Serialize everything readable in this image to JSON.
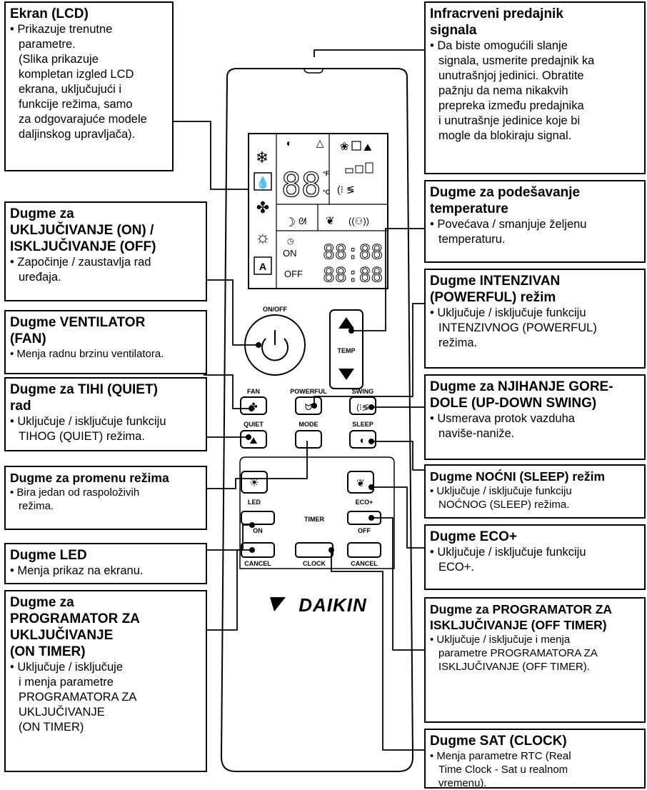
{
  "callouts": {
    "lcd": {
      "title": "Ekran (LCD)",
      "desc": "• Prikazuje trenutne\nparametre.\n(Slika prikazuje\nkompletan izgled LCD\nekrana, uključujući i\nfunkcije režima, samo\nza odgovarajuće modele\ndaljinskog upravljača)."
    },
    "onoff": {
      "title": "Dugme za\nUKLJUČIVANJE (ON) /\nISKLJUČIVANJE (OFF)",
      "desc": "• Započinje / zaustavlja rad\nuređaja."
    },
    "fan": {
      "title": "Dugme VENTILATOR\n(FAN)",
      "desc": "• Menja radnu brzinu ventilatora."
    },
    "quiet": {
      "title": "Dugme za TIHI (QUIET)\nrad",
      "desc": "• Uključuje / isključuje funkciju\nTIHOG (QUIET) režima."
    },
    "mode": {
      "title": "Dugme za promenu režima",
      "desc": "• Bira jedan od raspoloživih\nrežima."
    },
    "led": {
      "title": "Dugme LED",
      "desc": "• Menja prikaz na ekranu."
    },
    "ontimer": {
      "title": "Dugme za\nPROGRAMATOR ZA\nUKLJUČIVANJE\n(ON TIMER)",
      "desc": "• Uključuje / isključuje\ni menja parametre\nPROGRAMATORA ZA\nUKLJUČIVANJE\n(ON TIMER)"
    },
    "ir": {
      "title": "Infracrveni predajnik\nsignala",
      "desc": "• Da biste omogućili slanje\nsignala, usmerite predajnik ka\nunutrašnjoj jedinici. Obratite\npažnju da nema nikakvih\nprepreka između predajnika\ni unutrašnje jedinice koje bi\nmogle da blokiraju signal."
    },
    "temp": {
      "title": "Dugme za podešavanje\ntemperature",
      "desc": "• Povećava / smanjuje željenu\ntemperaturu."
    },
    "powerful": {
      "title": "Dugme INTENZIVAN\n(POWERFUL) režim",
      "desc": "• Uključuje / isključuje funkciju\nINTENZIVNOG (POWERFUL)\nrežima."
    },
    "swing": {
      "title": "Dugme za NJIHANJE GORE-\nDOLE (UP-DOWN SWING)",
      "desc": "• Usmerava protok vazduha\nnaviše-naniže."
    },
    "sleep": {
      "title": "Dugme NOĆNI (SLEEP) režim",
      "desc": "• Uključuje / isključuje funkciju\nNOĆNOG (SLEEP) režima."
    },
    "eco": {
      "title": "Dugme ECO+",
      "desc": "• Uključuje / isključuje funkciju\nECO+."
    },
    "offtimer": {
      "title": "Dugme za PROGRAMATOR ZA\nISKLJUČIVANJE (OFF TIMER)",
      "desc": "• Uključuje / isključuje i menja\nparametre PROGRAMATORA ZA\nISKLJUČIVANJE (OFF TIMER)."
    },
    "clock": {
      "title": "Dugme SAT (CLOCK)",
      "desc": "• Menja parametre RTC (Real\nTime Clock - Sat u realnom\nvremenu)."
    }
  },
  "remote": {
    "onoff_label": "ON/OFF",
    "temp_label": "TEMP",
    "fan_label": "FAN",
    "powerful_label": "POWERFUL",
    "swing_label": "SWING",
    "quiet_label": "QUIET",
    "mode_label": "MODE",
    "sleep_label": "SLEEP",
    "led_label": "LED",
    "eco_label": "ECO+",
    "timer_label": "TIMER",
    "on_label": "ON",
    "off_label": "OFF",
    "cancel_label": "CANCEL",
    "clock_label": "CLOCK",
    "brand": "DAIKIN",
    "lcd_on": "ON",
    "lcd_off": "OFF"
  }
}
